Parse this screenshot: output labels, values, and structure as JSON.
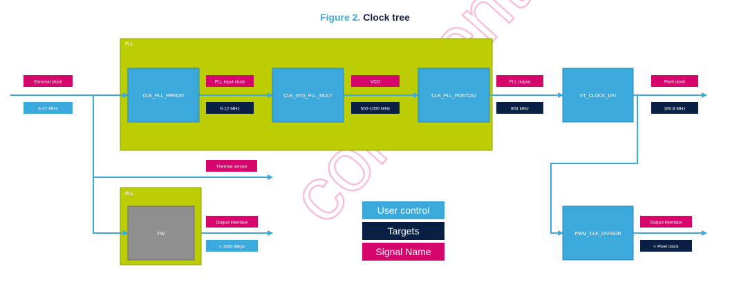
{
  "figure": {
    "number": "Figure 2.",
    "title": "Clock tree"
  },
  "colors": {
    "green": "#bccd04",
    "blue": "#3ca9dc",
    "navy": "#0a1f44",
    "magenta": "#d6066c",
    "gray": "#8e8e8e",
    "line": "#3ca9dc"
  },
  "containers": {
    "pll_main": "PLL",
    "pll_fw": "PLL"
  },
  "blocks": {
    "prediv": "CLK_PLL_PREDIV",
    "mult": "CLK_SYS_PLL_MULT",
    "postdiv": "CLK_PLL_POSTDIV",
    "vt_div": "VT_CLOCK_DIV",
    "pwm_div": "PWM_CLK_DIVISOR",
    "fw": "FW"
  },
  "signals": {
    "external_clock": "External clock",
    "pll_input_clock": "PLL input clock",
    "vco": "VCO",
    "pll_output": "PLL output",
    "pixel_clock": "Pixel clock",
    "thermal_sensor": "Thermal sensor",
    "output_interface_fw": "Output interface",
    "output_interface_pwm": "Output interface"
  },
  "targets": {
    "external_range": "6-27 MHz",
    "pll_input_range": "6-12 MHz",
    "vco_range": "500-1000 MHz",
    "pll_output_freq": "804 MHz",
    "pixel_clock_freq": "160.8 MHz",
    "fw_rate": "< 1500 Mbps",
    "pwm_rate": "< Pixel clock"
  },
  "legend": {
    "user_control": "User control",
    "targets": "Targets",
    "signal_name": "Signal Name"
  }
}
